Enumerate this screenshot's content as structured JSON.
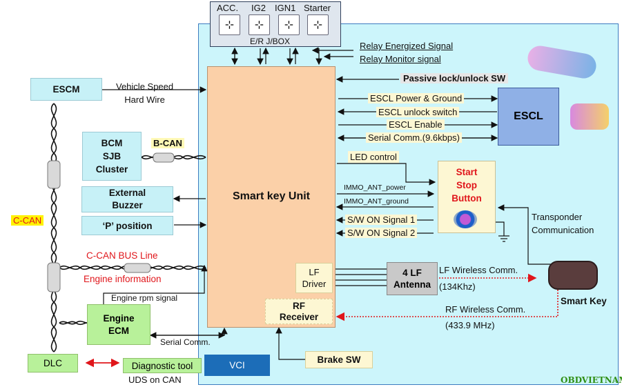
{
  "relays": {
    "labels": [
      "ACC.",
      "IG2",
      "IGN1",
      "Starter"
    ],
    "box_label": "E/R J/BOX"
  },
  "signals": {
    "relay_energized": "Relay Energized Signal",
    "relay_monitor": "Relay Monitor signal",
    "passive_lock": "Passive lock/unlock SW",
    "escl_power": "ESCL Power & Ground",
    "escl_unlock": "ESCL unlock switch",
    "escl_enable": "ESCL Enable",
    "serial_9600": "Serial Comm.(9.6kbps)",
    "led_control": "LED control",
    "immo_power": "IMMO_ANT_power",
    "immo_ground": "IMMO_ANT_ground",
    "sw_on_1": "S/W ON Signal 1",
    "sw_on_2": "S/W ON Signal 2",
    "transponder": "Transponder\nCommunication",
    "lf_wireless": "LF Wireless Comm.",
    "lf_freq": "(134Khz)",
    "rf_wireless": "RF Wireless Comm.",
    "rf_freq": "(433.9 MHz)",
    "vehicle_speed": "Vehicle Speed\nHard Wire",
    "b_can": "B-CAN",
    "c_can": "C-CAN",
    "c_can_bus": "C-CAN BUS Line",
    "engine_info": "Engine information",
    "engine_rpm": "Engine rpm signal",
    "serial_comm": "Serial Comm.",
    "diag_tool": "Diagnostic tool",
    "uds": "UDS on CAN"
  },
  "blocks": {
    "smart_key_unit": "Smart key Unit",
    "escm": "ESCM",
    "bcm": "BCM\nSJB\nCluster",
    "external_buzzer": "External\nBuzzer",
    "p_position": "‘P’ position",
    "engine_ecm": "Engine\nECM",
    "dlc": "DLC",
    "vci": "VCI",
    "escl": "ESCL",
    "start_stop": "Start\nStop\nButton",
    "lf_driver": "LF\nDriver",
    "rf_receiver": "RF\nReceiver",
    "lf_antenna": "4 LF\nAntenna",
    "brake_sw": "Brake SW",
    "smart_key": "Smart Key"
  },
  "watermark": "OBDVIETNAM",
  "colors": {
    "panel": "#ccf5fb",
    "smart_key_unit": "#fbd0a8",
    "red_label": "#e0161b",
    "watermark": "#2f8f14"
  }
}
